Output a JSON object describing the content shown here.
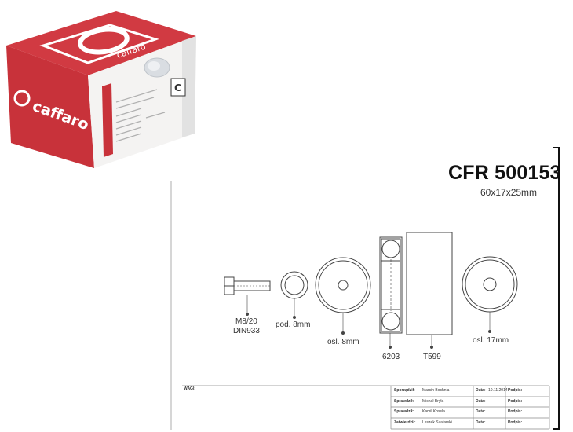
{
  "box": {
    "brand": "caffaro",
    "letter": "C",
    "face_color": "#d8323c",
    "ring_color": "#ffffff"
  },
  "part": {
    "code": "CFR 500153",
    "dimensions": "60x17x25mm"
  },
  "components": [
    {
      "id": "bolt",
      "line1": "M8/20",
      "line2": "DIN933"
    },
    {
      "id": "washer",
      "line1": "pod. 8mm",
      "line2": ""
    },
    {
      "id": "cover-8",
      "line1": "osl. 8mm",
      "line2": ""
    },
    {
      "id": "bearing",
      "line1": "6203",
      "line2": ""
    },
    {
      "id": "roller",
      "line1": "T599",
      "line2": ""
    },
    {
      "id": "cover-17",
      "line1": "osl. 17mm",
      "line2": ""
    }
  ],
  "title_block": {
    "weight_label": "WAGI:",
    "rows": [
      {
        "role": "Sporządził:",
        "name": "Marcin Bochnia",
        "date_label": "Data:",
        "date": "10.11.2014",
        "sign_label": "Podpis:"
      },
      {
        "role": "Sprawdził:",
        "name": "Michał Bryła",
        "date_label": "Data:",
        "date": "",
        "sign_label": "Podpis:"
      },
      {
        "role": "Sprawdził:",
        "name": "Kamil Kossla",
        "date_label": "Data:",
        "date": "",
        "sign_label": "Podpis:"
      },
      {
        "role": "Zatwierdził:",
        "name": "Leszek Szafarski",
        "date_label": "Data:",
        "date": "",
        "sign_label": "Podpis:"
      }
    ]
  }
}
